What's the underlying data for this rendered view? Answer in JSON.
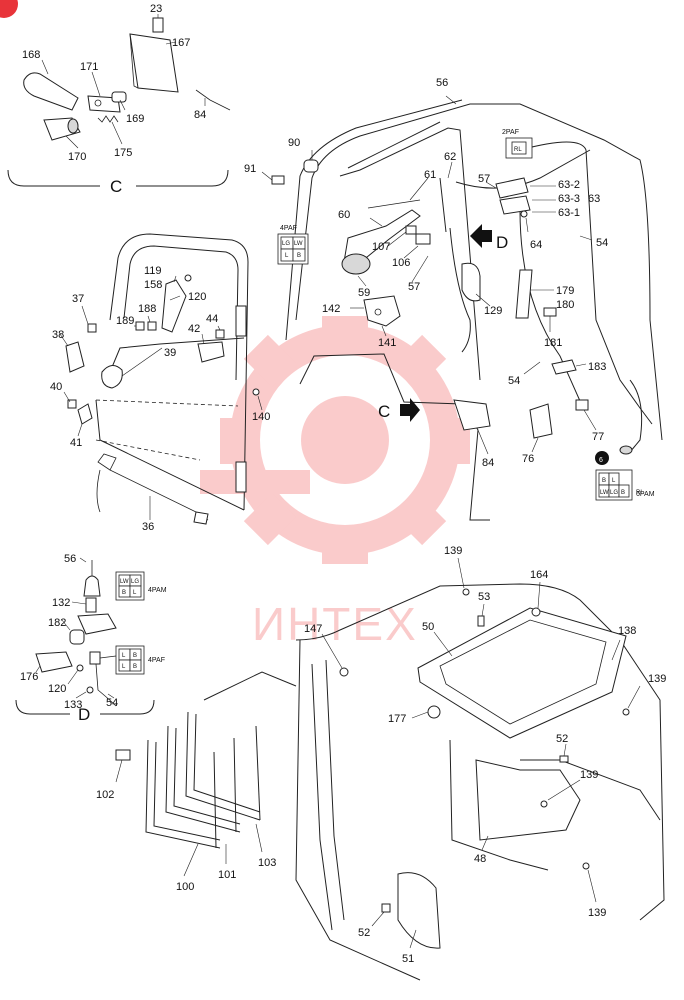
{
  "watermark": {
    "text": "ИНТЕХ",
    "color": "#f26c6c"
  },
  "corner_badge_color": "#e8343a",
  "sections": [
    {
      "id": "C",
      "letter": "C"
    },
    {
      "id": "D",
      "letter": "D"
    }
  ],
  "arrows": [
    {
      "id": "arrow-c",
      "letter": "C"
    },
    {
      "id": "arrow-d",
      "letter": "D"
    }
  ],
  "connectors": [
    {
      "id": "conn-2paf",
      "title": "2PAF",
      "cells": [
        "RL"
      ]
    },
    {
      "id": "conn-4paf-door",
      "title": "4PAF",
      "cells": [
        "LG",
        "LW",
        "L",
        "B"
      ]
    },
    {
      "id": "conn-6pam",
      "title": "6PAM",
      "marker": "6",
      "cells": [
        "B",
        "L",
        "LW",
        "LG",
        "B",
        "RL"
      ]
    },
    {
      "id": "conn-4pam-d",
      "title": "4PAM",
      "cells": [
        "LW",
        "LG",
        "B",
        "L"
      ]
    },
    {
      "id": "conn-4paf-d",
      "title": "4PAF",
      "cells": [
        "L",
        "B",
        "L",
        "B"
      ]
    }
  ],
  "labels": [
    {
      "id": "23",
      "text": "23"
    },
    {
      "id": "167",
      "text": "167"
    },
    {
      "id": "168",
      "text": "168"
    },
    {
      "id": "171",
      "text": "171"
    },
    {
      "id": "169",
      "text": "169"
    },
    {
      "id": "84a",
      "text": "84"
    },
    {
      "id": "170",
      "text": "170"
    },
    {
      "id": "175",
      "text": "175"
    },
    {
      "id": "56a",
      "text": "56"
    },
    {
      "id": "90",
      "text": "90"
    },
    {
      "id": "91",
      "text": "91"
    },
    {
      "id": "62",
      "text": "62"
    },
    {
      "id": "57a",
      "text": "57"
    },
    {
      "id": "61",
      "text": "61"
    },
    {
      "id": "63-2",
      "text": "63-2"
    },
    {
      "id": "63-3",
      "text": "63-3"
    },
    {
      "id": "63",
      "text": "63"
    },
    {
      "id": "63-1",
      "text": "63-1"
    },
    {
      "id": "60",
      "text": "60"
    },
    {
      "id": "107",
      "text": "107"
    },
    {
      "id": "64",
      "text": "64"
    },
    {
      "id": "54a",
      "text": "54"
    },
    {
      "id": "106",
      "text": "106"
    },
    {
      "id": "57b",
      "text": "57"
    },
    {
      "id": "59",
      "text": "59"
    },
    {
      "id": "142",
      "text": "142"
    },
    {
      "id": "129",
      "text": "129"
    },
    {
      "id": "179",
      "text": "179"
    },
    {
      "id": "180",
      "text": "180"
    },
    {
      "id": "181",
      "text": "181"
    },
    {
      "id": "141",
      "text": "141"
    },
    {
      "id": "54b",
      "text": "54"
    },
    {
      "id": "183",
      "text": "183"
    },
    {
      "id": "119",
      "text": "119"
    },
    {
      "id": "158",
      "text": "158"
    },
    {
      "id": "120a",
      "text": "120"
    },
    {
      "id": "37",
      "text": "37"
    },
    {
      "id": "188",
      "text": "188"
    },
    {
      "id": "189",
      "text": "189"
    },
    {
      "id": "44",
      "text": "44"
    },
    {
      "id": "42",
      "text": "42"
    },
    {
      "id": "38",
      "text": "38"
    },
    {
      "id": "39",
      "text": "39"
    },
    {
      "id": "40",
      "text": "40"
    },
    {
      "id": "140",
      "text": "140"
    },
    {
      "id": "41",
      "text": "41"
    },
    {
      "id": "77",
      "text": "77"
    },
    {
      "id": "76",
      "text": "76"
    },
    {
      "id": "84b",
      "text": "84"
    },
    {
      "id": "36",
      "text": "36"
    },
    {
      "id": "56b",
      "text": "56"
    },
    {
      "id": "132",
      "text": "132"
    },
    {
      "id": "182",
      "text": "182"
    },
    {
      "id": "176",
      "text": "176"
    },
    {
      "id": "120b",
      "text": "120"
    },
    {
      "id": "133",
      "text": "133"
    },
    {
      "id": "54c",
      "text": "54"
    },
    {
      "id": "139a",
      "text": "139"
    },
    {
      "id": "164",
      "text": "164"
    },
    {
      "id": "53",
      "text": "53"
    },
    {
      "id": "147",
      "text": "147"
    },
    {
      "id": "50",
      "text": "50"
    },
    {
      "id": "138",
      "text": "138"
    },
    {
      "id": "139b",
      "text": "139"
    },
    {
      "id": "177",
      "text": "177"
    },
    {
      "id": "52a",
      "text": "52"
    },
    {
      "id": "139c",
      "text": "139"
    },
    {
      "id": "102",
      "text": "102"
    },
    {
      "id": "48",
      "text": "48"
    },
    {
      "id": "103",
      "text": "103"
    },
    {
      "id": "100",
      "text": "100"
    },
    {
      "id": "101",
      "text": "101"
    },
    {
      "id": "139d",
      "text": "139"
    },
    {
      "id": "52b",
      "text": "52"
    },
    {
      "id": "51",
      "text": "51"
    }
  ]
}
